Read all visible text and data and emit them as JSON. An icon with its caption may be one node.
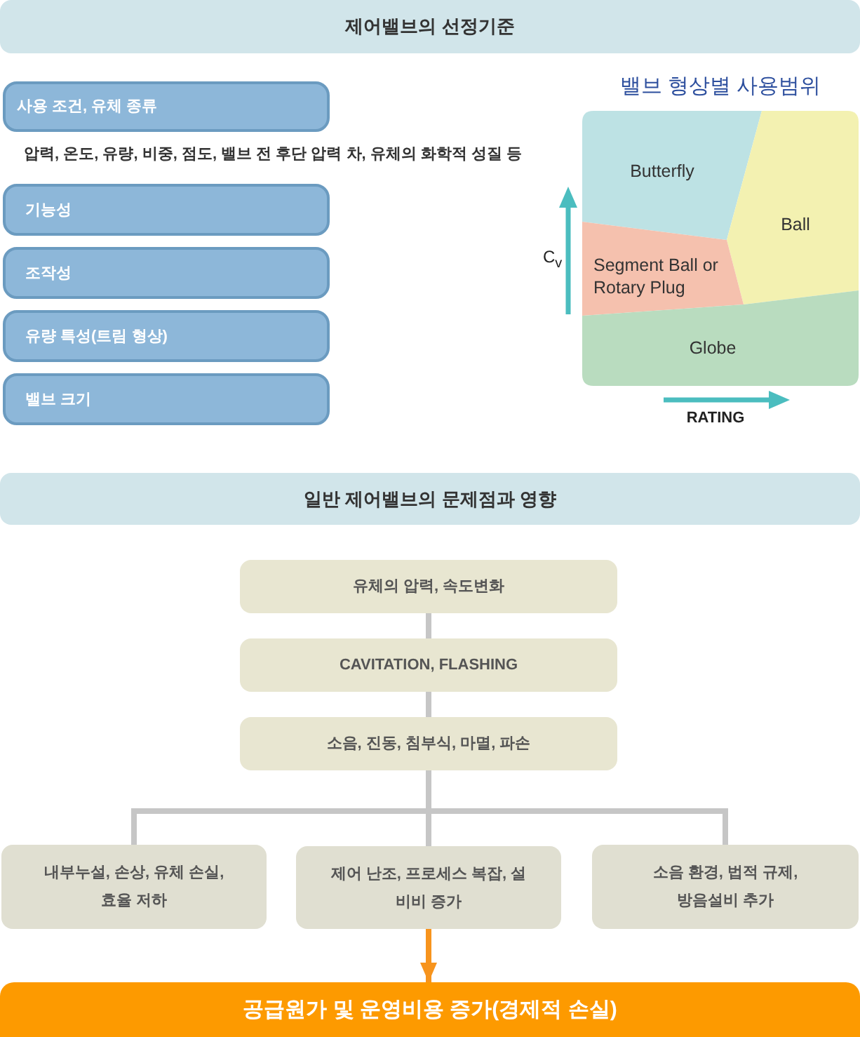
{
  "diagram": {
    "nodes": [
      {
        "text": [
          "제어밸브의 선정기준"
        ]
      },
      {
        "text": [
          "사용 조건, 유체 종류"
        ],
        "beside": [
          "압력, 온도, 유량, 비중, 점도, 밸브 전 후단 압력 차, 유체의 화학적 성질 등"
        ]
      },
      {
        "text": [
          "기능성"
        ]
      },
      {
        "text": [
          "조작성"
        ]
      },
      {
        "text": [
          "유량 특성(트림 형상)"
        ]
      },
      {
        "text": [
          "밸브 크기"
        ]
      },
      {
        "text": [
          "밸브 형상별 사용범위"
        ]
      },
      {
        "text": [
          "Butterfly"
        ],
        "in": 6
      },
      {
        "text": [
          "Ball"
        ],
        "in": 6
      },
      {
        "text": [
          "Segment Ball or Rotary Plug"
        ],
        "in": 6
      },
      {
        "text": [
          "Globe"
        ],
        "in": 6
      },
      {
        "text": [
          "일반 제어밸브의 문제점과 영향"
        ]
      },
      {
        "text": [
          "유체의 압력, 속도변화"
        ]
      },
      {
        "text": [
          "CAVITATION, FLASHING"
        ]
      },
      {
        "text": [
          "소음, 진동, 침부식, 마멸, 파손"
        ]
      },
      {
        "text": [
          "내부누설, 손상, 유체 손실, 효율 저하"
        ]
      },
      {
        "text": [
          "제어 난조, 프로세스 복잡, 설비비 증가"
        ]
      },
      {
        "text": [
          "소음 환경, 법적 규제, 방음설비 추가"
        ]
      },
      {
        "text": [
          "공급원가 및 운영비용 증가(경제적 손실)"
        ]
      }
    ],
    "edges": [
      {
        "from": 12,
        "to": 13,
        "arrow": "none"
      },
      {
        "from": 13,
        "to": 14,
        "arrow": "none"
      },
      {
        "from": 14,
        "to": 15,
        "arrow": "none"
      },
      {
        "from": 14,
        "to": 16,
        "arrow": "none"
      },
      {
        "from": 14,
        "to": 17,
        "arrow": "none"
      },
      {
        "from": 16,
        "to": 18,
        "arrow": "to",
        "color": "#f7941d"
      }
    ],
    "labels": [
      "C$_{v}$",
      "RATING"
    ]
  }
}
